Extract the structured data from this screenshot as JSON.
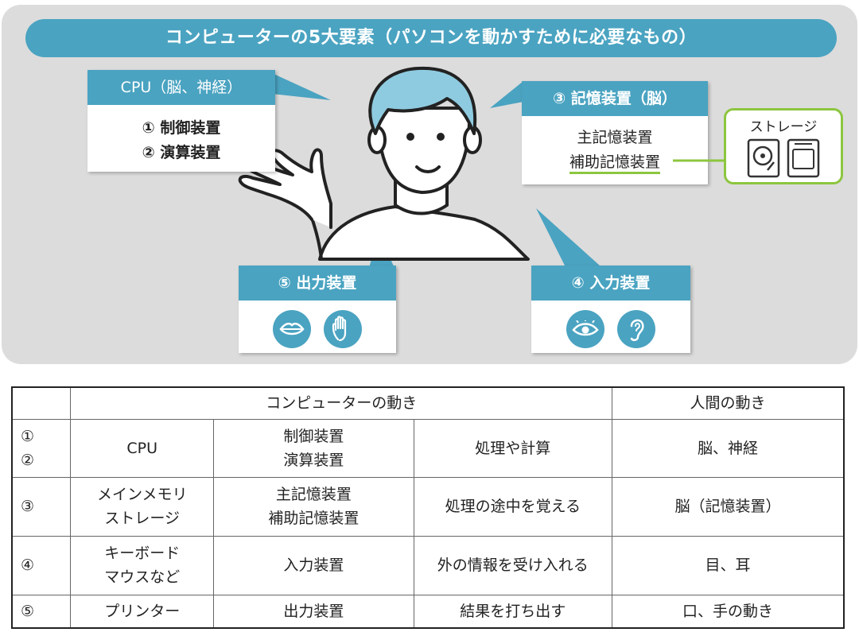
{
  "banner": {
    "title": "コンピューターの5大要素（パソコンを動かすために必要なもの）"
  },
  "cpu_box": {
    "header": "CPU（脳、神経）",
    "lines": [
      "① 制御装置",
      "② 演算装置"
    ]
  },
  "memory_box": {
    "header": "③ 記憶装置（脳）",
    "lines": [
      "主記憶装置",
      "補助記憶装置"
    ]
  },
  "storage_box": {
    "title": "ストレージ",
    "icons": [
      "hard-disk-icon",
      "ssd-icon"
    ]
  },
  "output_box": {
    "header": "⑤ 出力装置",
    "icons": [
      "lips-icon",
      "hand-icon"
    ]
  },
  "input_box": {
    "header": "④ 入力装置",
    "icons": [
      "eye-icon",
      "ear-icon"
    ]
  },
  "table": {
    "header_computer": "コンピューターの動き",
    "header_human": "人間の動き",
    "rows": [
      {
        "num": [
          "①",
          "②"
        ],
        "device": [
          "CPU"
        ],
        "component": [
          "制御装置",
          "演算装置"
        ],
        "action": "処理や計算",
        "human": "脳、神経"
      },
      {
        "num": [
          "③"
        ],
        "device": [
          "メインメモリ",
          "ストレージ"
        ],
        "component": [
          "主記憶装置",
          "補助記憶装置"
        ],
        "action": "処理の途中を覚える",
        "human": "脳（記憶装置）"
      },
      {
        "num": [
          "④"
        ],
        "device": [
          "キーボード",
          "マウスなど"
        ],
        "component": [
          "入力装置"
        ],
        "action": "外の情報を受け入れる",
        "human": "目、耳"
      },
      {
        "num": [
          "⑤"
        ],
        "device": [
          "プリンター"
        ],
        "component": [
          "出力装置"
        ],
        "action": "結果を打ち出す",
        "human": "口、手の動き"
      }
    ]
  },
  "colors": {
    "accent": "#4aa3c1",
    "storage_border": "#8cc63f",
    "panel_bg": "#dcdcdc",
    "hair": "#8fcbe0"
  }
}
